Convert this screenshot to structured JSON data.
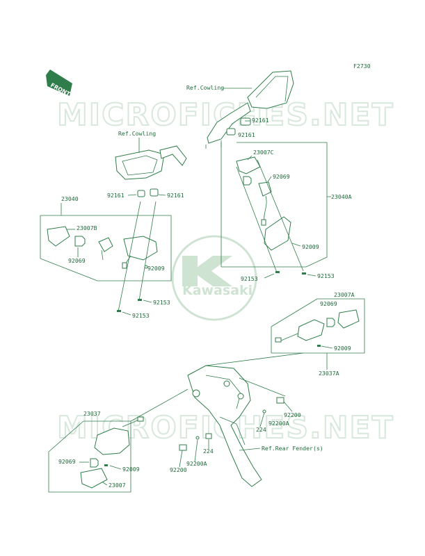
{
  "figure_code": "F2730",
  "front_label": "FRONT",
  "watermark_text": "MICROFICHES.NET",
  "logo_text": "Kawasaki",
  "colors": {
    "ink": "#2f7d4a",
    "text": "#1f6b3a",
    "watermark": "#d8e8dc"
  },
  "labels": {
    "ref_cowling_right": "Ref.Cowling",
    "ref_cowling_left": "Ref.Cowling",
    "ref_rear_fender": "Ref.Rear Fender(s)",
    "p23040": "23040",
    "p23040A": "23040A",
    "p23007B": "23007B",
    "p23007C": "23007C",
    "p23007A": "23007A",
    "p23007": "23007",
    "p23037A": "23037A",
    "p23037": "23037",
    "p92069_a": "92069",
    "p92069_b": "92069",
    "p92069_c": "92069",
    "p92069_d": "92069",
    "p92161_a": "92161",
    "p92161_b": "92161",
    "p92161_c": "92161",
    "p92161_d": "92161",
    "p92009_a": "92009",
    "p92009_b": "92009",
    "p92009_c": "92009",
    "p92009_d": "92009",
    "p92153_a": "92153",
    "p92153_b": "92153",
    "p92153_c": "92153",
    "p92153_d": "92153",
    "p92200_a": "92200",
    "p92200_b": "92200",
    "p92200A_a": "92200A",
    "p92200A_b": "92200A",
    "p224_a": "224",
    "p224_b": "224"
  }
}
